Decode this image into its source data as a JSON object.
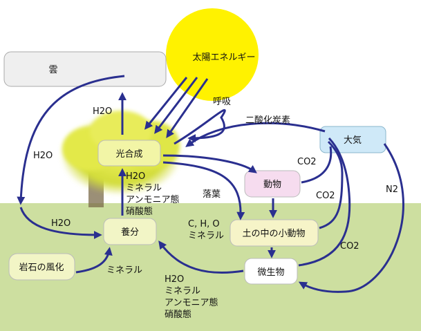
{
  "nodes": {
    "sun": "太陽エネルギー",
    "cloud": "雲",
    "photosynthesis": "光合成",
    "atmosphere": "大気",
    "animals": "動物",
    "soil_animals": "土の中の小動物",
    "microbes": "微生物",
    "nutrients": "養分",
    "weathering": "岩石の風化"
  },
  "labels": {
    "respiration": "呼吸",
    "carbon_dioxide": "二酸化炭素",
    "h2o_up": "H2O",
    "h2o_left": "H2O",
    "h2o_ground": "H2O",
    "plant_uptake": [
      "H2O",
      "ミネラル",
      "アンモニア態",
      "硝酸態"
    ],
    "fallen_leaves": "落葉",
    "soil_input": [
      "C, H, O",
      "ミネラル"
    ],
    "co2_a": "CO2",
    "co2_b": "CO2",
    "co2_c": "CO2",
    "n2": "N2",
    "weathering_minerals": "ミネラル",
    "decomposition": [
      "H2O",
      "ミネラル",
      "アンモニア態",
      "硝酸態"
    ]
  },
  "colors": {
    "arrow": "#2a2f8f",
    "ground": "#cddfa0",
    "sun": "#fff200",
    "node_fill": "#f2f5c6",
    "animal_fill": "#f6dcef",
    "atmosphere_fill": "#cfe9f8",
    "foliage": "#d8e246"
  }
}
